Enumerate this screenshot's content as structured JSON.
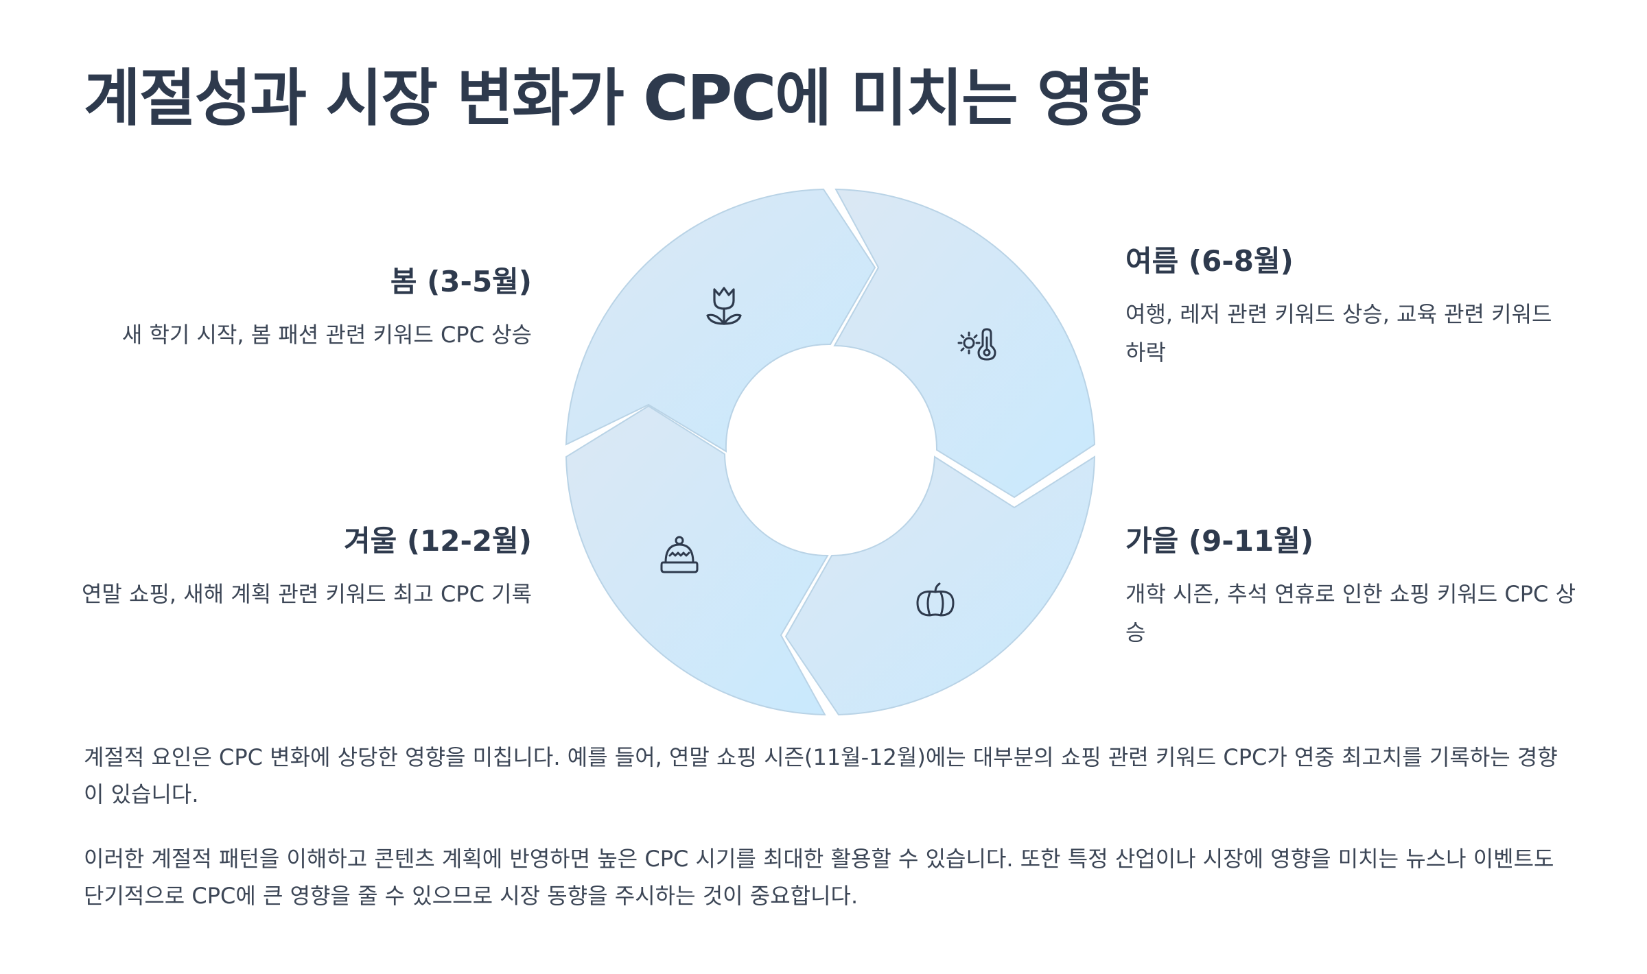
{
  "title": "계절성과 시장 변화가 CPC에 미치는 영향",
  "colors": {
    "segment_fill_a": "#d8e8f5",
    "segment_fill_b": "#cde9fb",
    "segment_stroke": "#b9d3e6",
    "icon": "#2e3a4d",
    "text": "#2e3a4d"
  },
  "seasons": {
    "spring": {
      "label": "봄 (3-5월)",
      "description": "새 학기 시작, 봄 패션 관련 키워드 CPC 상승",
      "icon": "tulip-icon"
    },
    "summer": {
      "label": "여름 (6-8월)",
      "description": "여행, 레저 관련 키워드 상승, 교육 관련 키워드 하락",
      "icon": "sun-thermometer-icon"
    },
    "autumn": {
      "label": "가을 (9-11월)",
      "description": "개학 시즌, 추석 연휴로 인한 쇼핑 키워드 CPC 상승",
      "icon": "pumpkin-icon"
    },
    "winter": {
      "label": "겨울 (12-2월)",
      "description": "연말 쇼핑, 새해 계획 관련 키워드 최고 CPC 기록",
      "icon": "winter-hat-icon"
    }
  },
  "paragraphs": [
    "계절적 요인은 CPC 변화에 상당한 영향을 미칩니다. 예를 들어, 연말 쇼핑 시즌(11월-12월)에는 대부분의 쇼핑 관련 키워드 CPC가 연중 최고치를 기록하는 경향이 있습니다.",
    "이러한 계절적 패턴을 이해하고 콘텐츠 계획에 반영하면 높은 CPC 시기를 최대한 활용할 수 있습니다. 또한 특정 산업이나 시장에 영향을 미치는 뉴스나 이벤트도 단기적으로 CPC에 큰 영향을 줄 수 있으므로 시장 동향을 주시하는 것이 중요합니다."
  ]
}
